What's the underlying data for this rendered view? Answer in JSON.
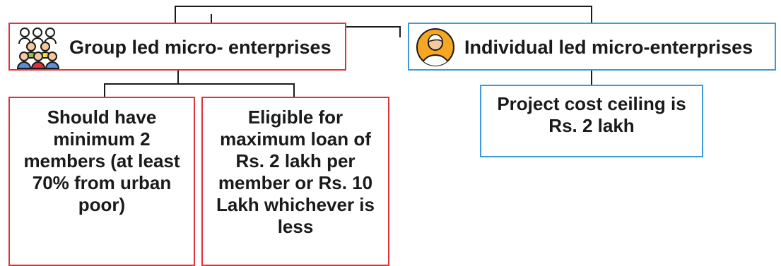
{
  "group": {
    "label": "Group led micro- enterprises",
    "icon": "people-group-icon",
    "border_color": "#e0323a",
    "children": [
      "Should have minimum 2 members (at least 70% from urban poor)",
      "Eligible for maximum loan of Rs. 2 lakh per member or Rs. 10 Lakh whichever is less"
    ]
  },
  "individual": {
    "label": "Individual led micro-enterprises",
    "icon": "person-avatar-icon",
    "border_color": "#3a9ad9",
    "children": [
      "Project cost ceiling is Rs. 2 lakh"
    ]
  }
}
